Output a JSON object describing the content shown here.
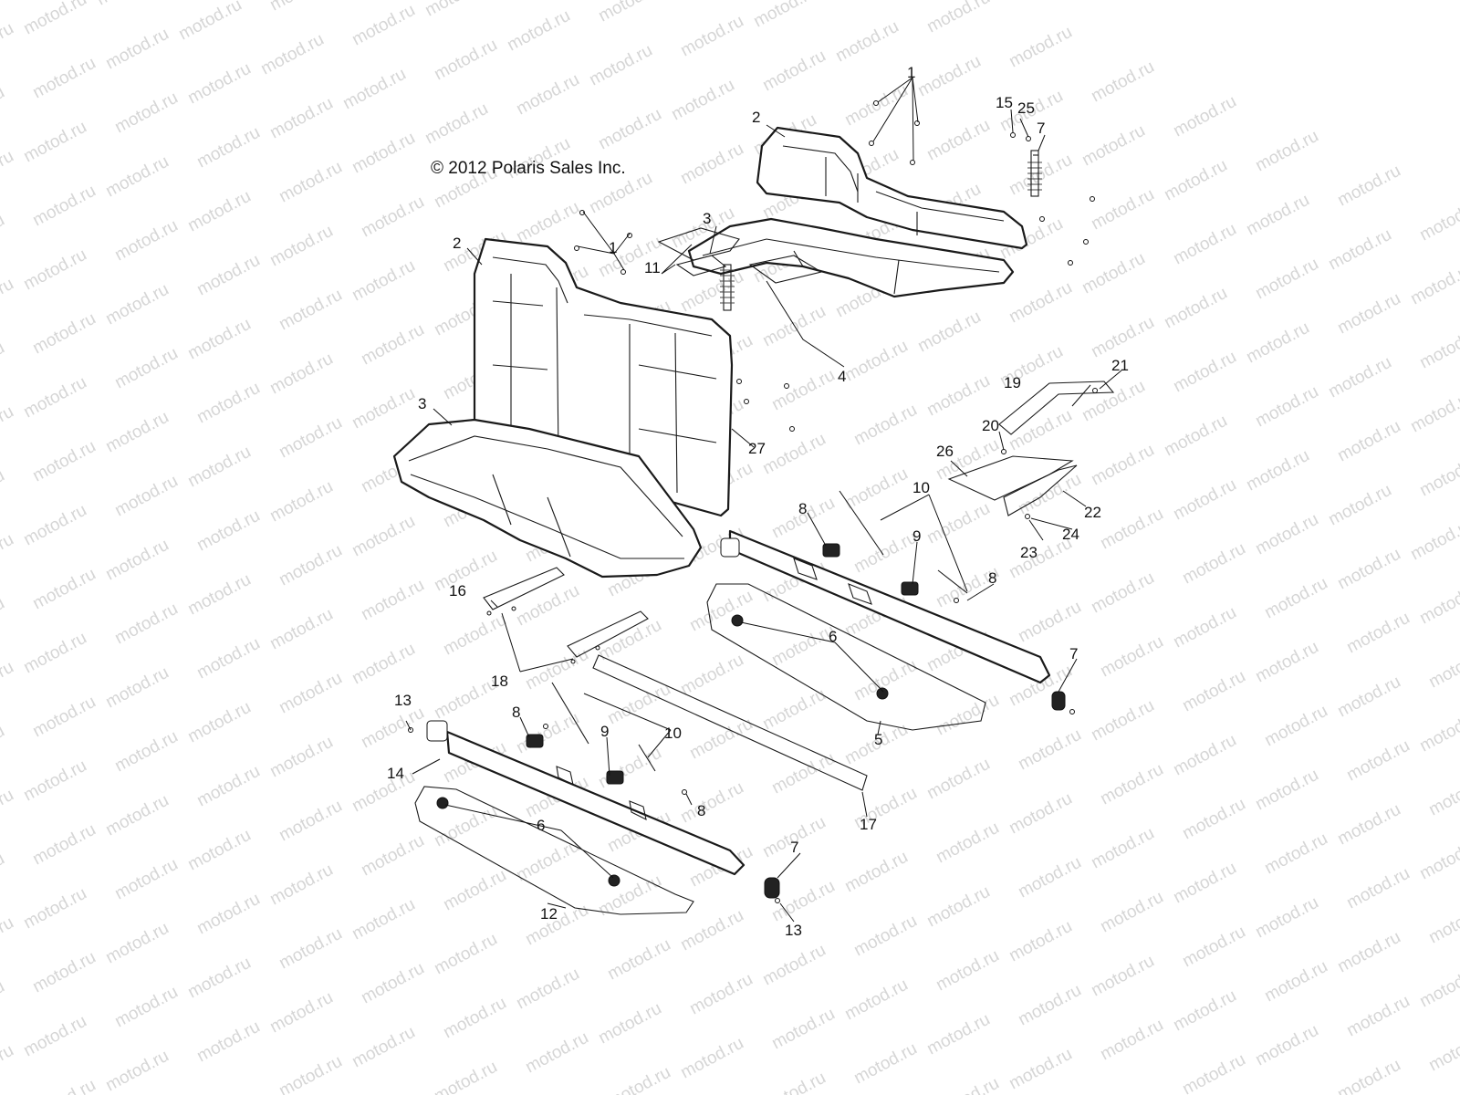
{
  "copyright": "© 2012 Polaris Sales Inc.",
  "watermark": "motod.ru",
  "callouts": {
    "c1a": "1",
    "c1b": "1",
    "c2a": "2",
    "c2b": "2",
    "c3a": "3",
    "c3b": "3",
    "c4": "4",
    "c5": "5",
    "c6a": "6",
    "c6b": "6",
    "c7a": "7",
    "c7b": "7",
    "c7c": "7",
    "c8a": "8",
    "c8b": "8",
    "c8c": "8",
    "c8d": "8",
    "c9a": "9",
    "c9b": "9",
    "c10a": "10",
    "c10b": "10",
    "c11": "11",
    "c12": "12",
    "c13a": "13",
    "c13b": "13",
    "c14": "14",
    "c15": "15",
    "c16": "16",
    "c17": "17",
    "c18": "18",
    "c19": "19",
    "c20": "20",
    "c21": "21",
    "c22": "22",
    "c23": "23",
    "c24": "24",
    "c25": "25",
    "c26": "26",
    "c27": "27"
  }
}
